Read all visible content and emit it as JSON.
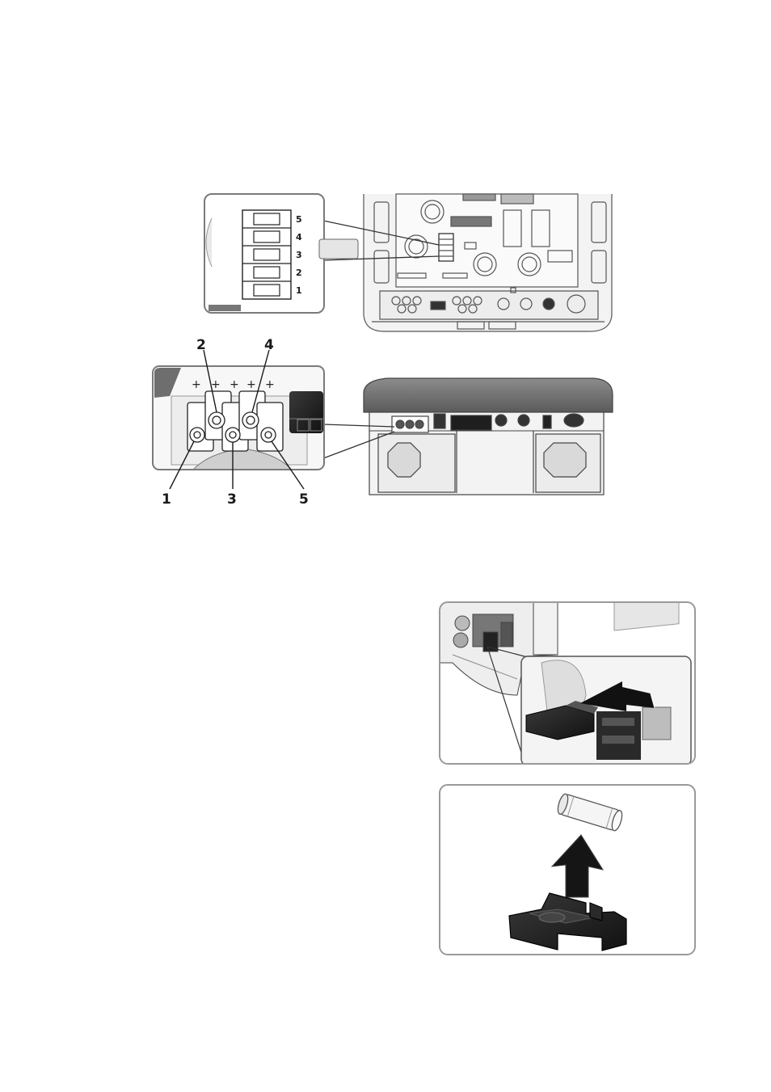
{
  "figure1": {
    "switch_labels": [
      "5",
      "4",
      "3",
      "2",
      "1"
    ]
  },
  "figure2": {
    "callouts_top": [
      "2",
      "4"
    ],
    "callouts_bottom": [
      "1",
      "3",
      "5"
    ],
    "plus_signs": [
      "+",
      "+",
      "+",
      "+",
      "+"
    ]
  },
  "figure3": {},
  "figure4": {}
}
